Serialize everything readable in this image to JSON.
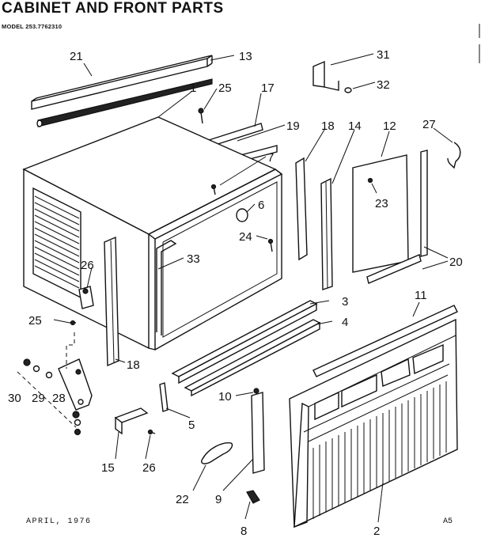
{
  "title": "CABINET AND FRONT PARTS",
  "model": "MODEL 253.7762310",
  "footer": {
    "date": "APRIL, 1976",
    "sheet": "A5"
  },
  "callouts": [
    "21",
    "13",
    "1",
    "25",
    "17",
    "19",
    "18",
    "14",
    "12",
    "27",
    "31",
    "32",
    "7",
    "6",
    "24",
    "23",
    "20",
    "26",
    "33",
    "25",
    "3",
    "4",
    "11",
    "18",
    "30",
    "29",
    "28",
    "10",
    "5",
    "15",
    "26",
    "22",
    "9",
    "2",
    "8"
  ]
}
